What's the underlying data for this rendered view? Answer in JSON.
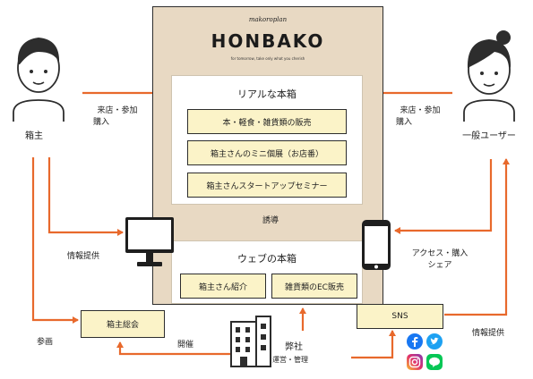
{
  "header": {
    "script_logo": "makoroplan",
    "logo": "HONBAKO",
    "tagline": "for tomorrow, take only what you cherish"
  },
  "real_store": {
    "title": "リアルな本箱",
    "items": [
      "本・軽食・雑貨類の販売",
      "箱主さんのミニ個展（お店番）",
      "箱主さんスタートアップセミナー"
    ]
  },
  "web_store": {
    "title": "ウェブの本箱",
    "items": [
      "箱主さん紹介",
      "雑貨類のEC販売"
    ]
  },
  "actors": {
    "owner": "箱主",
    "user": "一般ユーザー",
    "company": "弊社",
    "company_role": "運営・管理"
  },
  "boxes": {
    "owners_meeting": "箱主総会",
    "sns": "SNS"
  },
  "labels": {
    "owner_visit_line1": "来店・参加",
    "owner_visit_line2": "購入",
    "user_visit_line1": "来店・参加",
    "user_visit_line2": "購入",
    "guide": "誘導",
    "info_provide_owner": "情報提供",
    "access_line1": "アクセス・購入",
    "access_line2": "シェア",
    "participate": "参画",
    "host": "開催",
    "info_provide_user": "情報提供"
  },
  "icons": [
    "person-icon",
    "monitor-icon",
    "smartphone-icon",
    "building-icon",
    "facebook-icon",
    "twitter-icon",
    "instagram-icon",
    "line-icon"
  ],
  "colors": {
    "arrow": "#e8692c",
    "board": "#e8d9c3",
    "cream_box": "#fbf3c8",
    "facebook": "#1877f2",
    "twitter": "#1da1f2",
    "line": "#06c755"
  }
}
